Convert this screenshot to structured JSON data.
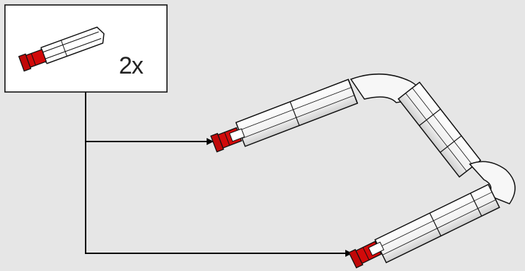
{
  "callout": {
    "quantity_label": "2x",
    "part_icon": "pin-connector-icon"
  },
  "assembly": {
    "part_icon": "bent-tube-assembly-icon",
    "insert_points": [
      "upper-end",
      "lower-end"
    ]
  },
  "colors": {
    "background": "#e6e6e6",
    "accent_red": "#d20a0a",
    "line": "#000000",
    "part_body": "#ffffff"
  }
}
